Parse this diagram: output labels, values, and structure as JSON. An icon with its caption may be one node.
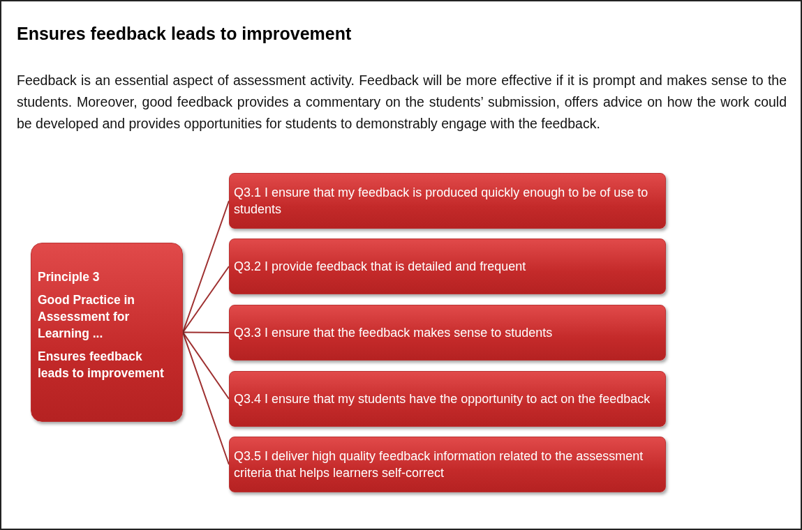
{
  "diagram": {
    "title": "Ensures feedback leads to improvement",
    "nodes": [
      {
        "text": [
          "Principle  3",
          "Good Practice in Assessment for Learning ...",
          "Ensures feedback leads to improvement"
        ]
      },
      {
        "text": [
          "Q3.1 I ensure that my feedback is produced quickly enough to be of use to students"
        ]
      },
      {
        "text": [
          "Q3.2 I provide feedback that is detailed and frequent"
        ]
      },
      {
        "text": [
          "Q3.3 I ensure that the feedback makes sense to students"
        ]
      },
      {
        "text": [
          "Q3.4 I ensure that my students have the opportunity to act on the feedback"
        ]
      },
      {
        "text": [
          "Q3.5 I deliver high quality feedback information related to the assessment criteria that helps learners self-correct"
        ]
      }
    ],
    "edges": [
      {
        "from": 0,
        "to": 1,
        "arrow": "none"
      },
      {
        "from": 0,
        "to": 2,
        "arrow": "none"
      },
      {
        "from": 0,
        "to": 3,
        "arrow": "none"
      },
      {
        "from": 0,
        "to": 4,
        "arrow": "none"
      },
      {
        "from": 0,
        "to": 5,
        "arrow": "none"
      }
    ],
    "labels": [
      "Feedback is an essential aspect of assessment activity. Feedback will be more effective if it is prompt and makes sense to the students. Moreover, good feedback provides a commentary on the students’ submission, offers advice on how the work could be developed and provides opportunities for students to demonstrably engage with the feedback."
    ]
  }
}
